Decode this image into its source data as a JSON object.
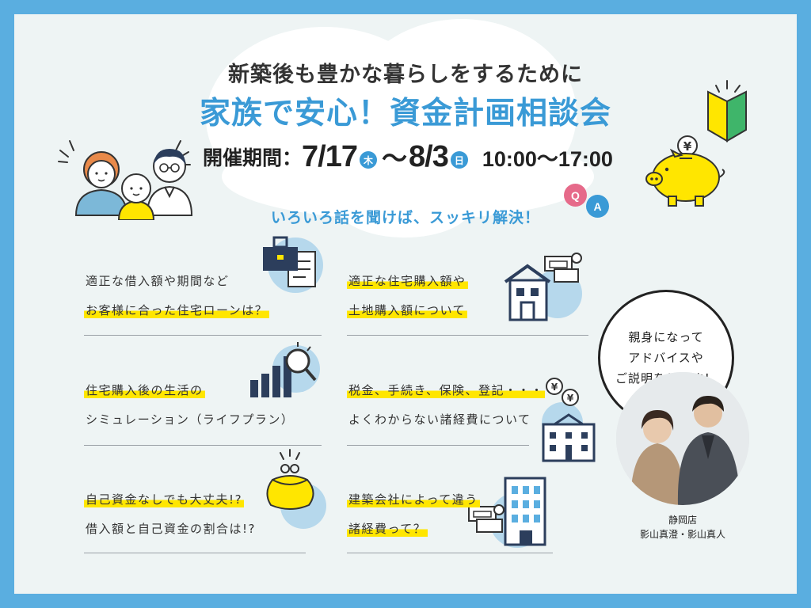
{
  "header": {
    "subtitle": "新築後も豊かな暮らしをするために",
    "title": "家族で安心！資金計画相談会"
  },
  "period": {
    "label": "開催期間：",
    "start_date": "7/17",
    "start_day": "木",
    "separator": "～",
    "end_date": "8/3",
    "end_day": "日",
    "time": "10:00～17:00"
  },
  "tagline": "いろいろ話を聞けば、スッキリ解決！",
  "qa_badges": {
    "q": "Q",
    "a": "A"
  },
  "topics": [
    {
      "line1": "適正な借入額や期間など",
      "line2": "お客様に合った住宅ローンは？"
    },
    {
      "line1": "適正な住宅購入額や",
      "line2": "土地購入額について"
    },
    {
      "line1": "住宅購入後の生活の",
      "line2": "シミュレーション（ライフプラン）"
    },
    {
      "line1": "税金、手続き、保険、登記・・・",
      "line2": "よくわからない諸経費について"
    },
    {
      "line1": "自己資金なしでも大丈夫!?",
      "line2": "借入額と自己資金の割合は!?"
    },
    {
      "line1": "建築会社によって違う",
      "line2": "諸経費って？"
    }
  ],
  "speech": {
    "line1": "親身になって",
    "line2": "アドバイスや",
    "line3": "ご説明をします！"
  },
  "staff": {
    "store": "静岡店",
    "names": "影山真澄・影山真人"
  },
  "icons": {
    "coin_symbol": "¥",
    "list": [
      "beginner-mark-icon",
      "piggy-bank-icon",
      "family-icon",
      "qa-bubble-icon",
      "briefcase-document-icon",
      "house-money-icon",
      "bar-chart-magnifier-icon",
      "coin-building-icon",
      "purse-icon",
      "office-building-money-icon"
    ]
  },
  "colors": {
    "frame": "#5aaee0",
    "accent": "#3a9ad6",
    "highlight": "#ffe600",
    "navy": "#2c3e5c",
    "qa_pink": "#e66a8a"
  }
}
